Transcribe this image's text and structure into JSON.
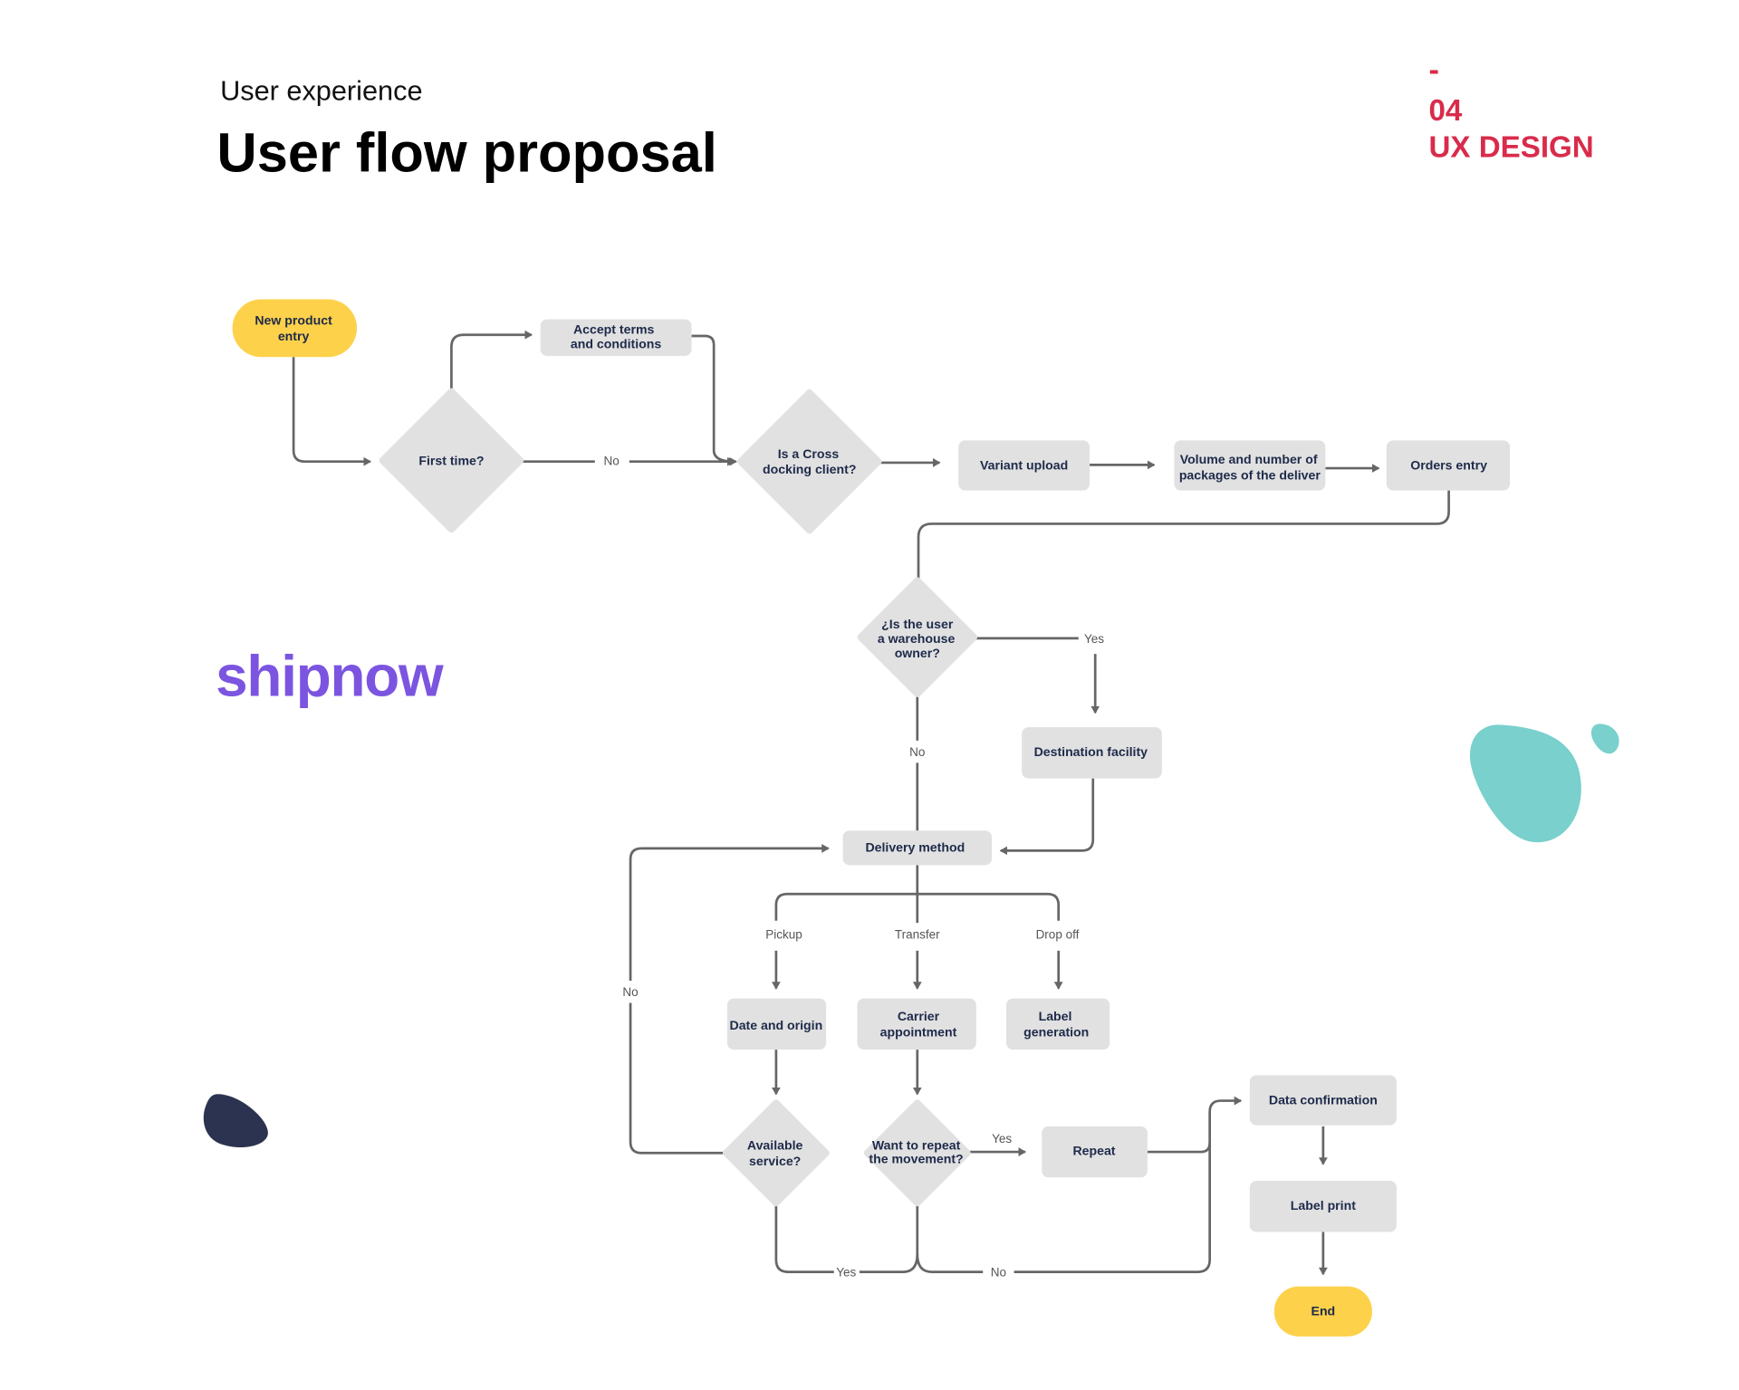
{
  "header": {
    "subtitle": "User experience",
    "title": "User flow proposal",
    "section_dash": "-",
    "section_number": "04",
    "section_name": "UX DESIGN"
  },
  "brand": {
    "logo_text": "shipnow"
  },
  "colors": {
    "accent_red": "#d92b4b",
    "brand_purple": "#7b55e0",
    "terminal_yellow": "#fdd14a",
    "node_gray": "#e1e1e1",
    "connector_gray": "#666666",
    "blob_teal": "#79d0cc",
    "blob_navy": "#2b3350"
  },
  "nodes": {
    "start": [
      "New product",
      "entry"
    ],
    "accept_terms": [
      "Accept terms",
      "and conditions"
    ],
    "first_time": [
      "First time?"
    ],
    "cross_docking": [
      "Is a Cross",
      "docking client?"
    ],
    "variant_upload": [
      "Variant upload"
    ],
    "volume_packages": [
      "Volume and number of",
      "packages of the deliver"
    ],
    "orders_entry": [
      "Orders entry"
    ],
    "warehouse_owner": [
      "¿Is the user",
      "a warehouse",
      "owner?"
    ],
    "destination_facility": [
      "Destination facility"
    ],
    "delivery_method": [
      "Delivery method"
    ],
    "date_origin": [
      "Date and origin"
    ],
    "carrier_appointment": [
      "Carrier",
      "appointment"
    ],
    "label_generation": [
      "Label",
      "generation"
    ],
    "available_service": [
      "Available",
      "service?"
    ],
    "want_repeat": [
      "Want to repeat",
      "the movement?"
    ],
    "repeat": [
      "Repeat"
    ],
    "data_confirmation": [
      "Data confirmation"
    ],
    "label_print": [
      "Label print"
    ],
    "end": [
      "End"
    ]
  },
  "edge_labels": {
    "first_time_no": "No",
    "warehouse_yes": "Yes",
    "warehouse_no": "No",
    "pickup": "Pickup",
    "transfer": "Transfer",
    "drop_off": "Drop off",
    "available_no": "No",
    "available_yes": "Yes",
    "repeat_yes": "Yes",
    "repeat_no": "No"
  }
}
